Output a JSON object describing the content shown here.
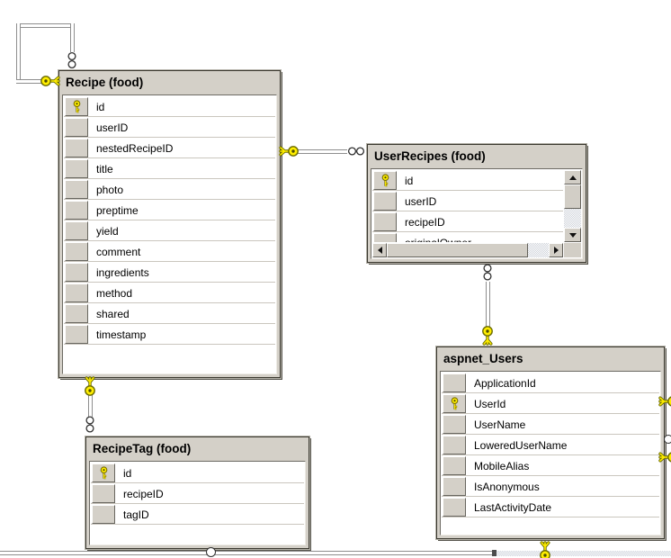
{
  "diagram": {
    "tables": [
      {
        "name": "Recipe",
        "title": "Recipe (food)",
        "columns": [
          {
            "name": "id",
            "key": true
          },
          {
            "name": "userID",
            "key": false
          },
          {
            "name": "nestedRecipeID",
            "key": false
          },
          {
            "name": "title",
            "key": false
          },
          {
            "name": "photo",
            "key": false
          },
          {
            "name": "preptime",
            "key": false
          },
          {
            "name": "yield",
            "key": false
          },
          {
            "name": "comment",
            "key": false
          },
          {
            "name": "ingredients",
            "key": false
          },
          {
            "name": "method",
            "key": false
          },
          {
            "name": "shared",
            "key": false
          },
          {
            "name": "timestamp",
            "key": false
          }
        ]
      },
      {
        "name": "UserRecipes",
        "title": "UserRecipes (food)",
        "columns": [
          {
            "name": "id",
            "key": true
          },
          {
            "name": "userID",
            "key": false
          },
          {
            "name": "recipeID",
            "key": false
          },
          {
            "name": "originalOwner",
            "key": false
          }
        ],
        "scrollable": true
      },
      {
        "name": "aspnet_Users",
        "title": "aspnet_Users",
        "columns": [
          {
            "name": "ApplicationId",
            "key": false
          },
          {
            "name": "UserId",
            "key": true
          },
          {
            "name": "UserName",
            "key": false
          },
          {
            "name": "LoweredUserName",
            "key": false
          },
          {
            "name": "MobileAlias",
            "key": false
          },
          {
            "name": "IsAnonymous",
            "key": false
          },
          {
            "name": "LastActivityDate",
            "key": false
          }
        ]
      },
      {
        "name": "RecipeTag",
        "title": "RecipeTag (food)",
        "columns": [
          {
            "name": "id",
            "key": true
          },
          {
            "name": "recipeID",
            "key": false
          },
          {
            "name": "tagID",
            "key": false
          }
        ]
      }
    ],
    "relationships": [
      {
        "one": "Recipe",
        "many": "Recipe",
        "kind": "self-reference"
      },
      {
        "one": "Recipe",
        "many": "UserRecipes",
        "kind": "one-to-many"
      },
      {
        "one": "aspnet_Users",
        "many": "UserRecipes",
        "kind": "one-to-many"
      },
      {
        "one": "Recipe",
        "many": "RecipeTag",
        "kind": "one-to-many"
      }
    ],
    "colors": {
      "window_chrome": "#d4d0c8",
      "key_yellow": "#ffee00",
      "canvas": "#ffffff",
      "grid_line": "#cac6be"
    }
  }
}
